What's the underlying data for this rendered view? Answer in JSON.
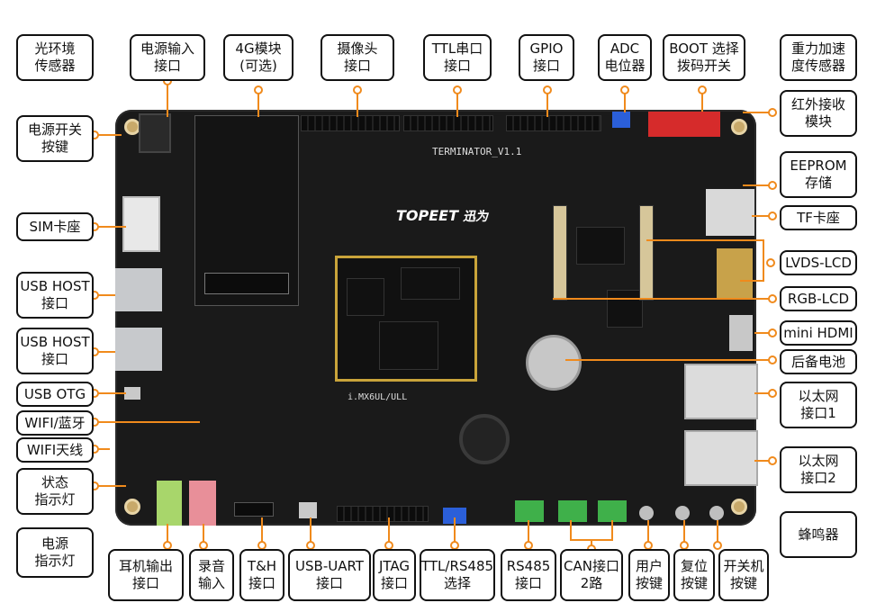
{
  "board": {
    "model_text": "TERMINATOR_V1.1",
    "brand": "TOPEET",
    "brand_cn": "迅为",
    "cpu_text": "i.MX6UL/ULL"
  },
  "colors": {
    "board": "#1a1a1a",
    "callout_line": "#f08a1c",
    "border": "#111111"
  },
  "callouts": {
    "light_sensor": "光环境\n传感器",
    "power_input": "电源输入\n接口",
    "module_4g": "4G模块\n(可选)",
    "camera": "摄像头\n接口",
    "ttl_serial": "TTL串口\n接口",
    "gpio": "GPIO\n接口",
    "adc": "ADC\n电位器",
    "boot_switch": "BOOT 选择\n拨码开关",
    "gravity_sensor": "重力加速\n度传感器",
    "power_switch": "电源开关\n按键",
    "ir_receiver": "红外接收\n模块",
    "eeprom": "EEPROM\n存储",
    "sim": "SIM卡座",
    "tf": "TF卡座",
    "usb_host_1": "USB HOST\n接口",
    "lvds": "LVDS-LCD",
    "rgb_lcd": "RGB-LCD",
    "usb_host_2": "USB HOST\n接口",
    "mini_hdmi": "mini HDMI",
    "backup_battery": "后备电池",
    "usb_otg": "USB OTG",
    "ethernet_1": "以太网\n接口1",
    "wifi_bt": "WIFI/蓝牙",
    "wifi_antenna": "WIFI天线",
    "ethernet_2": "以太网\n接口2",
    "status_led": "状态\n指示灯",
    "power_led": "电源\n指示灯",
    "buzzer": "蜂鸣器",
    "headphone": "耳机输出\n接口",
    "mic": "录音\n输入",
    "th": "T&H\n接口",
    "usb_uart": "USB-UART\n接口",
    "jtag": "JTAG\n接口",
    "ttl_rs485": "TTL/RS485\n选择",
    "rs485": "RS485\n接口",
    "can": "CAN接口\n2路",
    "user_key": "用户\n按键",
    "reset": "复位\n按键",
    "onoff": "开关机\n按键"
  }
}
